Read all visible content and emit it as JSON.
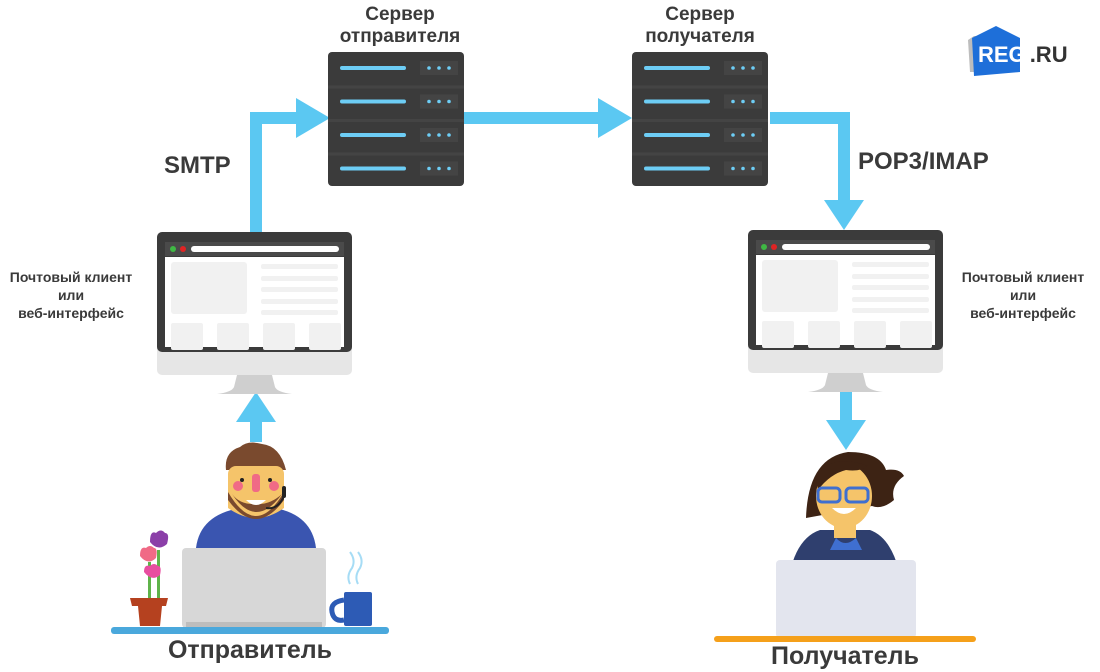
{
  "diagram": {
    "sender_server": {
      "title_line1": "Сервер",
      "title_line2": "отправителя"
    },
    "receiver_server": {
      "title_line1": "Сервер",
      "title_line2": "получателя"
    },
    "protocols": {
      "send": "SMTP",
      "receive": "POP3/IMAP"
    },
    "sender_client": {
      "line1": "Почтовый клиент",
      "line2": "или",
      "line3": "веб-интерфейс"
    },
    "receiver_client": {
      "line1": "Почтовый клиент",
      "line2": "или",
      "line3": "веб-интерфейс"
    },
    "sender_label": "Отправитель",
    "receiver_label": "Получатель",
    "logo": {
      "brand": "REG",
      "suffix": ".RU"
    },
    "colors": {
      "arrow": "#5bc8f2",
      "server": "#3b3b3b",
      "logo_blue": "#1e6fd9",
      "text": "#3a3a3a",
      "sender_desk": "#4aa8dc",
      "receiver_desk": "#f5a01a"
    }
  }
}
